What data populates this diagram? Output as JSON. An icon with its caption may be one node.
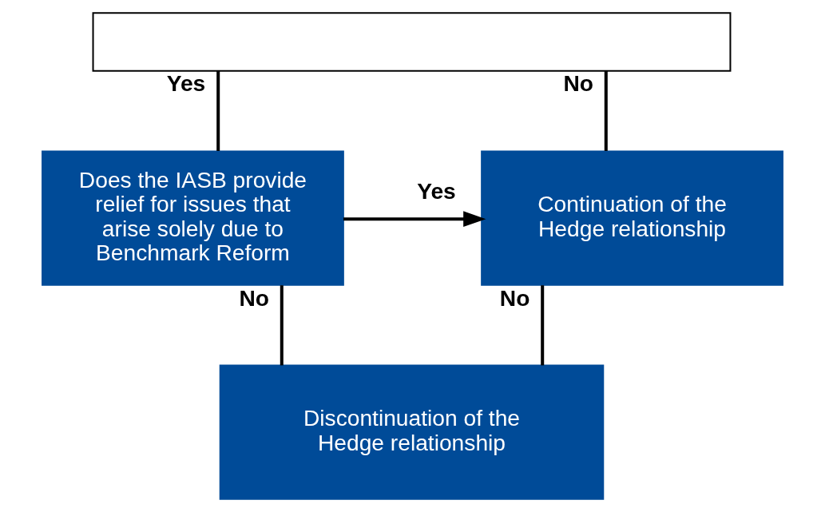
{
  "diagram": {
    "nodes": [
      {
        "text": [],
        "shape": "box"
      },
      {
        "text": [
          "Does the IASB provide relief for issues that arise solely due to Benchmark Reform"
        ]
      },
      {
        "text": [
          "Continuation of the Hedge relationship"
        ]
      },
      {
        "text": [
          "Discontinuation of the Hedge relationship"
        ]
      }
    ],
    "edges": [
      {
        "from": 0,
        "to": 1,
        "arrow": "none",
        "label": "Yes"
      },
      {
        "from": 0,
        "to": 2,
        "arrow": "none",
        "label": "No"
      },
      {
        "from": 1,
        "to": 2,
        "arrow": "to",
        "label": "Yes"
      },
      {
        "from": 1,
        "to": 3,
        "arrow": "none",
        "label": "No"
      },
      {
        "from": 2,
        "to": 3,
        "arrow": "none",
        "label": "No"
      }
    ]
  }
}
